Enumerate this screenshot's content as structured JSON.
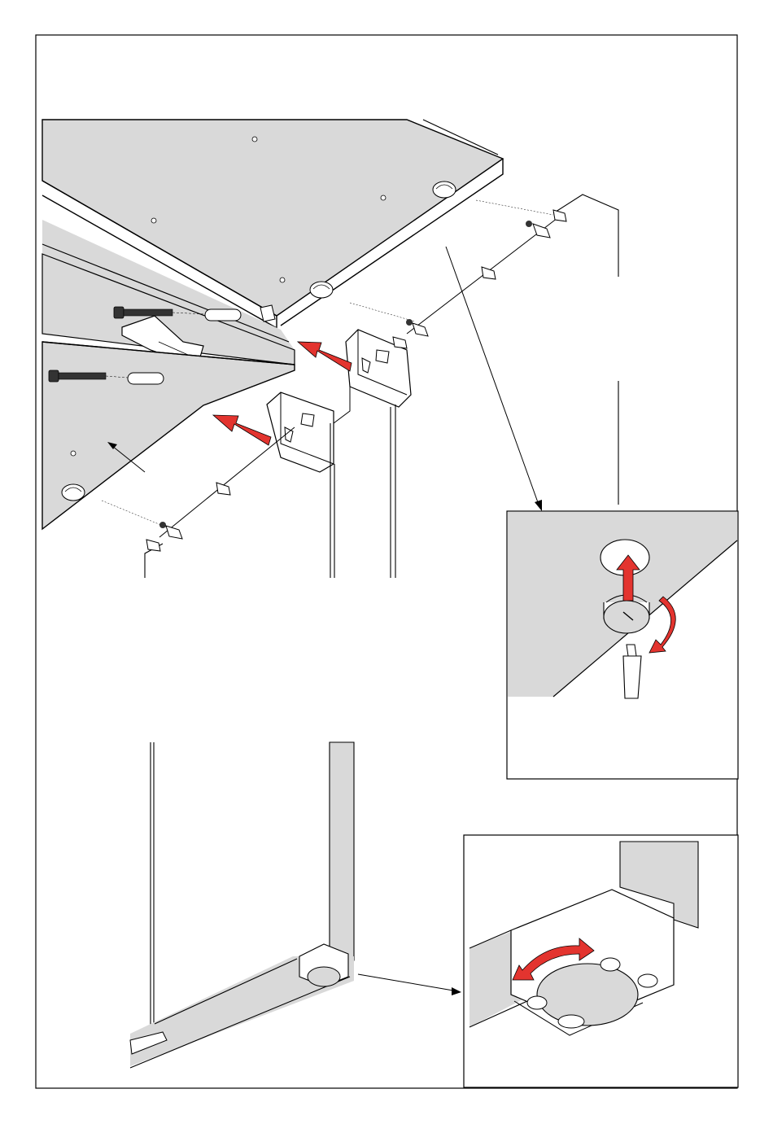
{
  "document": {
    "type": "assembly-instruction-step",
    "text_labels": []
  },
  "colors": {
    "panel_fill": "#d9d9d9",
    "line": "#000000",
    "arrow_red": "#e3342f",
    "paper": "#ffffff",
    "screw_dark": "#333333"
  },
  "icons": {
    "push_arrow": "red-push-arrow-icon",
    "rotate_arrow": "red-rotate-arrow-icon",
    "screw": "screw-icon",
    "cam_lock": "cam-lock-icon",
    "dowel": "dowel-icon",
    "screwdriver": "screwdriver-icon",
    "adjustable_foot": "adjustable-foot-icon"
  },
  "illustration": {
    "main_view": "top-panel-assembly",
    "detail_views": [
      "cam-lock-detail",
      "leveling-foot-detail"
    ]
  }
}
